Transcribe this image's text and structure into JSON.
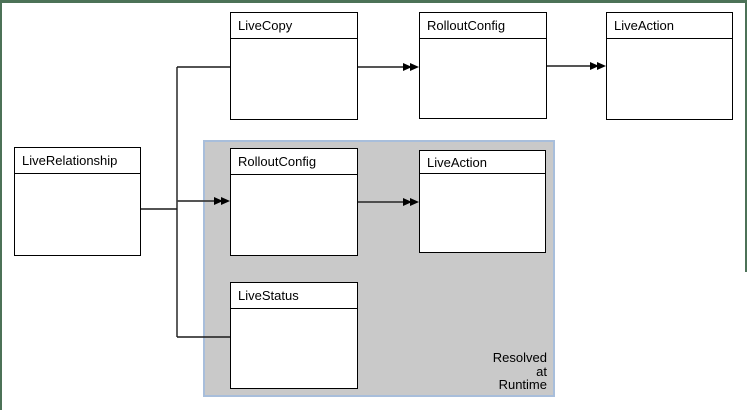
{
  "diagram": {
    "nodes": [
      {
        "id": "livecopy",
        "label": "LiveCopy"
      },
      {
        "id": "rolloutconfig-top",
        "label": "RolloutConfig"
      },
      {
        "id": "liveaction-top",
        "label": "LiveAction"
      },
      {
        "id": "liverelationship",
        "label": "LiveRelationship"
      },
      {
        "id": "rolloutconfig-runtime",
        "label": "RolloutConfig"
      },
      {
        "id": "liveaction-runtime",
        "label": "LiveAction"
      },
      {
        "id": "livestatus",
        "label": "LiveStatus"
      }
    ],
    "annotation": {
      "text": "Resolved\nat\nRuntime"
    }
  },
  "colors": {
    "frame-green": "#4c7257",
    "region-fill": "#c9c9c9",
    "region-border": "#a8bedb",
    "line-color": "#1a1a1a",
    "arrow-line": "#3d3d3d",
    "arrow-head": "#000000"
  }
}
